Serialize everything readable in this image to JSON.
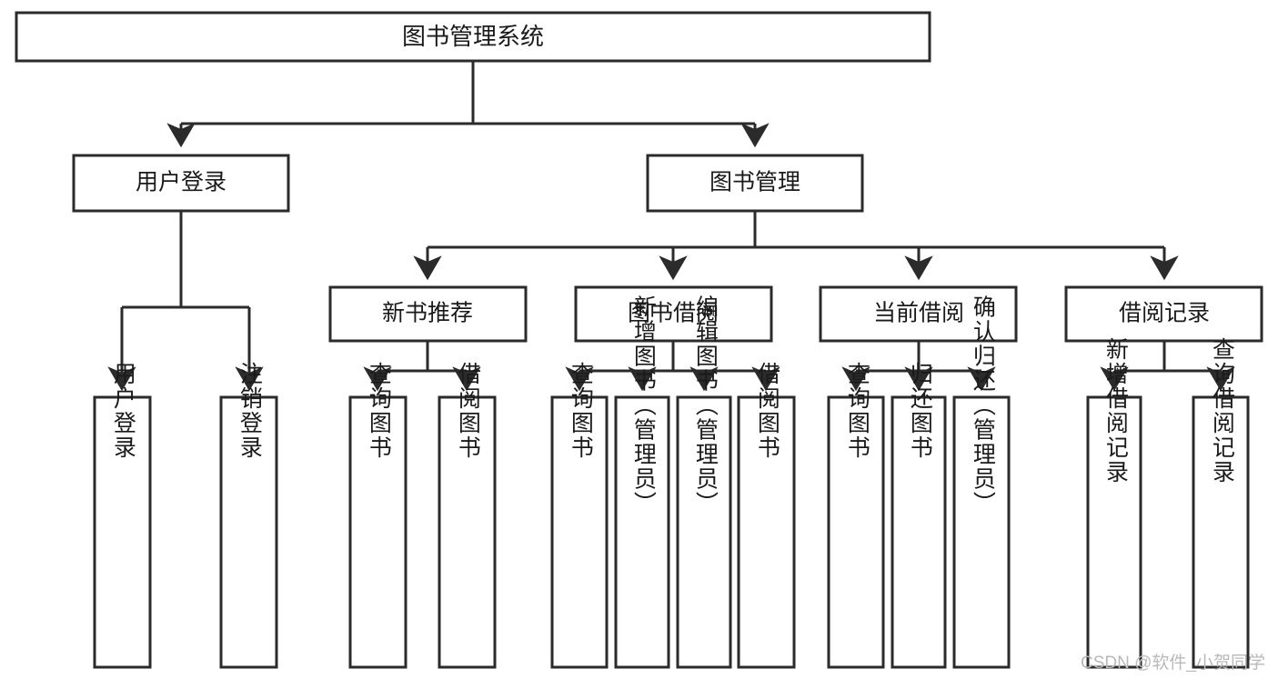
{
  "diagram": {
    "title": "图书管理系统",
    "type": "tree-hierarchy-diagram",
    "root": {
      "id": "root",
      "label": "图书管理系统"
    },
    "level2": [
      {
        "id": "user-login",
        "label": "用户登录"
      },
      {
        "id": "book-manage",
        "label": "图书管理"
      }
    ],
    "level3": [
      {
        "id": "new-book-recommend",
        "label": "新书推荐",
        "parent": "book-manage"
      },
      {
        "id": "book-borrow",
        "label": "图书借阅",
        "parent": "book-manage"
      },
      {
        "id": "current-borrow",
        "label": "当前借阅",
        "parent": "book-manage"
      },
      {
        "id": "borrow-record",
        "label": "借阅记录",
        "parent": "book-manage"
      }
    ],
    "leaves": {
      "user_login": [
        {
          "id": "leaf-user-login",
          "label": "用户登录"
        },
        {
          "id": "leaf-logout-login",
          "label": "注销登录"
        }
      ],
      "new_book_recommend": [
        {
          "id": "leaf-query-book-1",
          "label": "查询图书"
        },
        {
          "id": "leaf-borrow-book-1",
          "label": "借阅图书"
        }
      ],
      "book_borrow": [
        {
          "id": "leaf-query-book-2",
          "label": "查询图书"
        },
        {
          "id": "leaf-add-book",
          "label": "新增图书（管理员）"
        },
        {
          "id": "leaf-edit-book",
          "label": "编辑图书（管理员）"
        },
        {
          "id": "leaf-borrow-book-2",
          "label": "借阅图书"
        }
      ],
      "current_borrow": [
        {
          "id": "leaf-query-book-3",
          "label": "查询图书"
        },
        {
          "id": "leaf-return-book",
          "label": "归还图书"
        },
        {
          "id": "leaf-confirm-return",
          "label": "确认归还（管理员）"
        }
      ],
      "borrow_record": [
        {
          "id": "leaf-add-record",
          "label": "新增借阅记录"
        },
        {
          "id": "leaf-query-record",
          "label": "查询借阅记录"
        }
      ]
    }
  },
  "watermark": {
    "text": "CSDN @软件_小贺同学"
  },
  "colors": {
    "stroke": "#2b2b2b",
    "fill": "#ffffff",
    "text": "#1a1a1a",
    "watermark": "#b9b9b9",
    "background": "#ffffff"
  }
}
